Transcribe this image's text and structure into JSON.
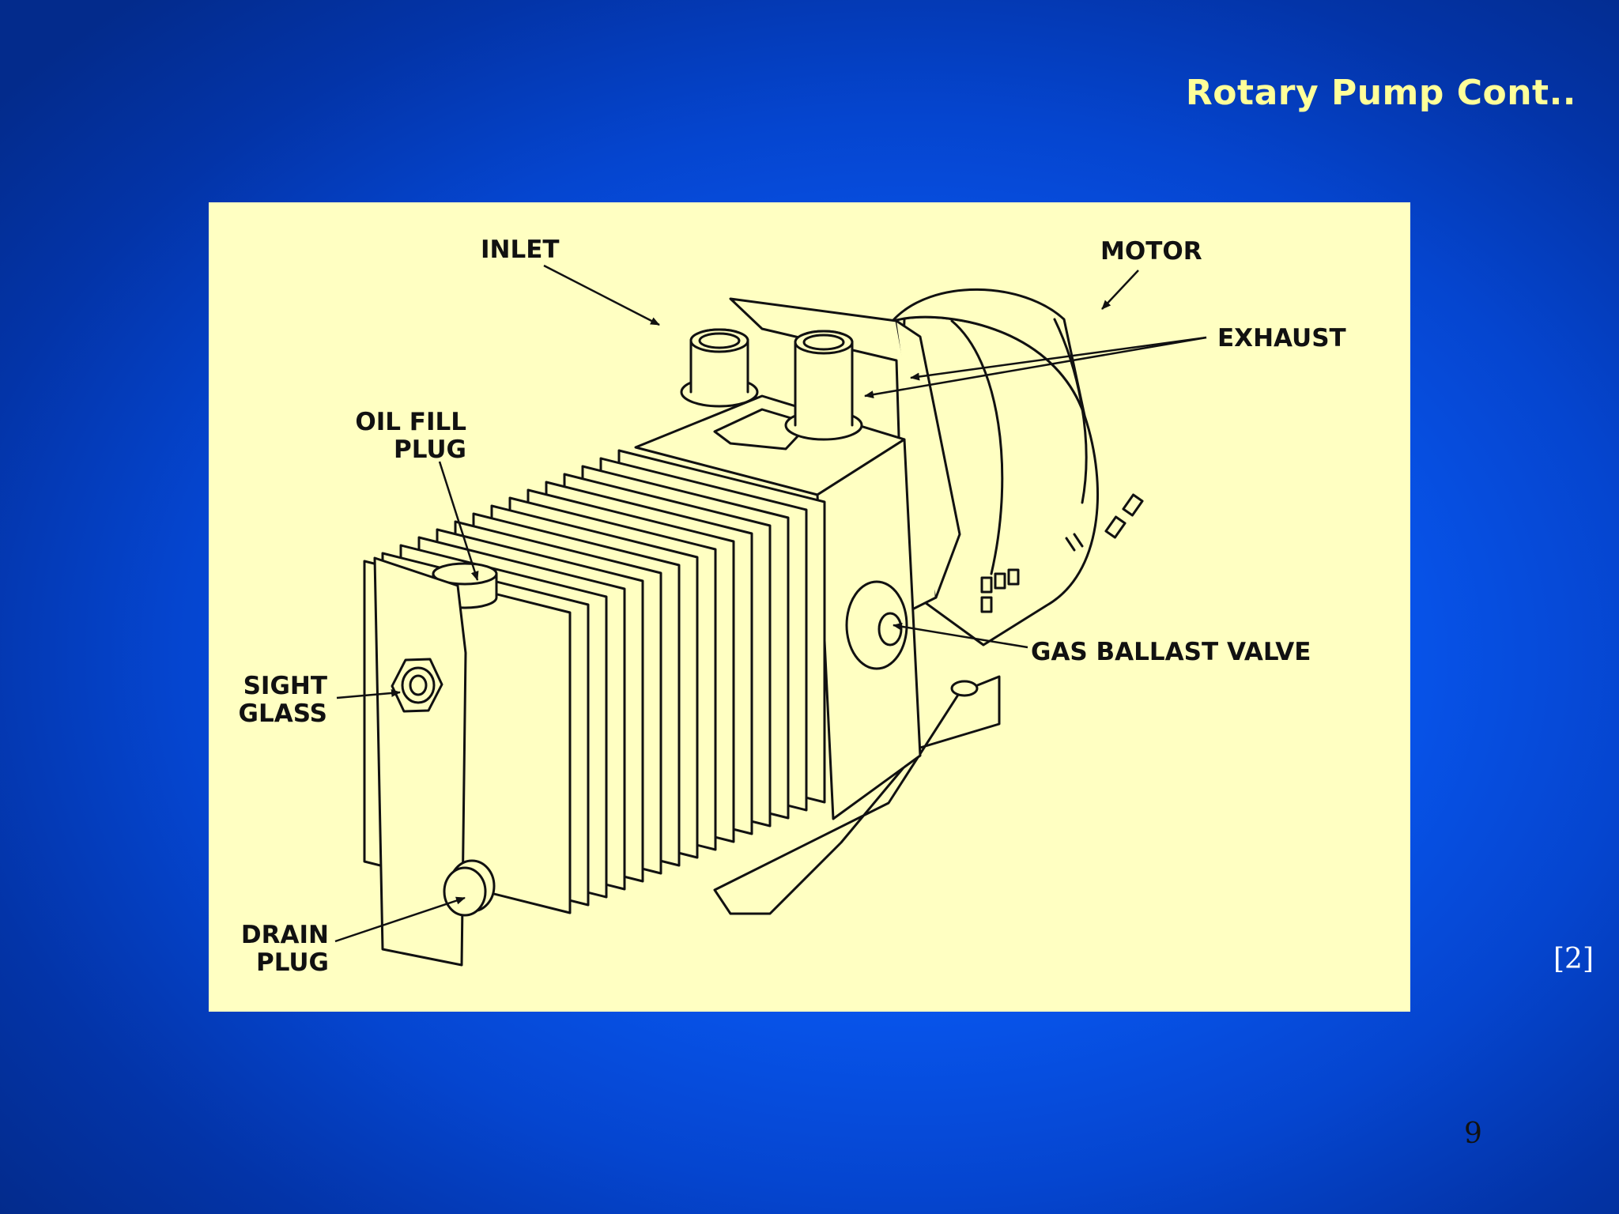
{
  "slide": {
    "title": "Rotary Pump Cont..",
    "citation": "[2]",
    "page_number": "9"
  },
  "diagram": {
    "labels": {
      "inlet": "INLET",
      "motor": "MOTOR",
      "exhaust": "EXHAUST",
      "oil_fill_line1": "OIL FILL",
      "oil_fill_line2": "PLUG",
      "sight_glass_line1": "SIGHT",
      "sight_glass_line2": "GLASS",
      "gas_ballast_valve": "GAS BALLAST VALVE",
      "drain_line1": "DRAIN",
      "drain_line2": "PLUG"
    }
  },
  "colors": {
    "background": "#0a5cff",
    "title": "#ffff99",
    "figure_background": "#ffffc2",
    "ink": "#111111"
  }
}
